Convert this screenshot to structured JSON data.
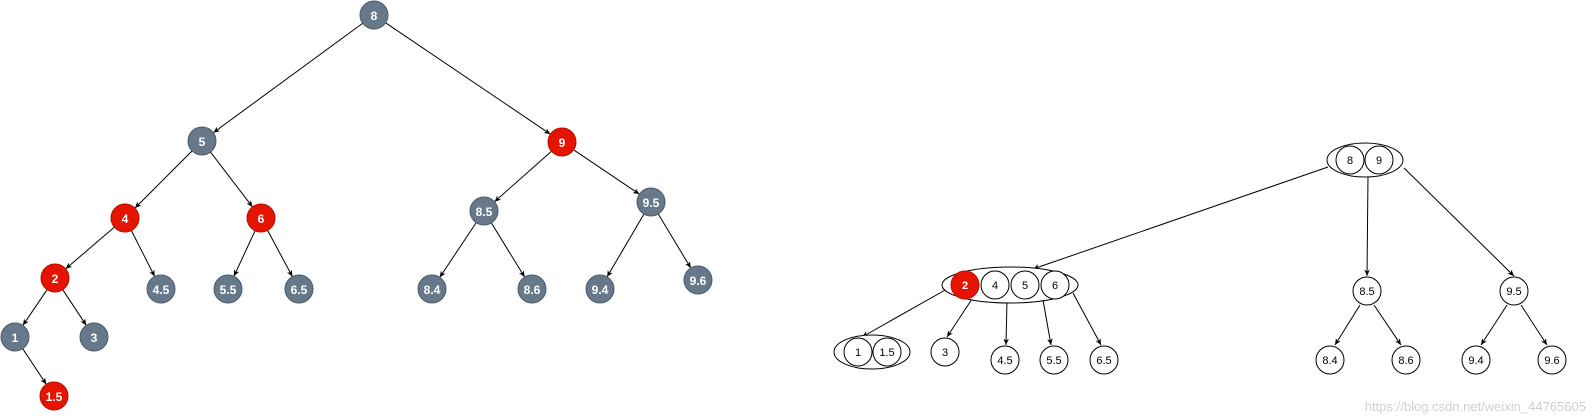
{
  "colors": {
    "black_node": "#66788a",
    "red_node": "#e51400",
    "btree_node_fill": "#ffffff",
    "stroke": "#000000"
  },
  "red_black_tree": {
    "nodes": [
      {
        "id": "n8",
        "label": "8",
        "color": "black"
      },
      {
        "id": "n5",
        "label": "5",
        "color": "black"
      },
      {
        "id": "n9",
        "label": "9",
        "color": "red"
      },
      {
        "id": "n4",
        "label": "4",
        "color": "red"
      },
      {
        "id": "n6",
        "label": "6",
        "color": "red"
      },
      {
        "id": "n85",
        "label": "8.5",
        "color": "black"
      },
      {
        "id": "n95",
        "label": "9.5",
        "color": "black"
      },
      {
        "id": "n2",
        "label": "2",
        "color": "red"
      },
      {
        "id": "n45",
        "label": "4.5",
        "color": "black"
      },
      {
        "id": "n55",
        "label": "5.5",
        "color": "black"
      },
      {
        "id": "n65",
        "label": "6.5",
        "color": "black"
      },
      {
        "id": "n84",
        "label": "8.4",
        "color": "black"
      },
      {
        "id": "n86",
        "label": "8.6",
        "color": "black"
      },
      {
        "id": "n94",
        "label": "9.4",
        "color": "black"
      },
      {
        "id": "n96",
        "label": "9.6",
        "color": "black"
      },
      {
        "id": "n1",
        "label": "1",
        "color": "black"
      },
      {
        "id": "n3",
        "label": "3",
        "color": "black"
      },
      {
        "id": "n15",
        "label": "1.5",
        "color": "red"
      }
    ],
    "edges": [
      [
        "n8",
        "n5"
      ],
      [
        "n8",
        "n9"
      ],
      [
        "n5",
        "n4"
      ],
      [
        "n5",
        "n6"
      ],
      [
        "n9",
        "n85"
      ],
      [
        "n9",
        "n95"
      ],
      [
        "n4",
        "n2"
      ],
      [
        "n4",
        "n45"
      ],
      [
        "n6",
        "n55"
      ],
      [
        "n6",
        "n65"
      ],
      [
        "n85",
        "n84"
      ],
      [
        "n85",
        "n86"
      ],
      [
        "n95",
        "n94"
      ],
      [
        "n95",
        "n96"
      ],
      [
        "n2",
        "n1"
      ],
      [
        "n2",
        "n3"
      ],
      [
        "n1",
        "n15"
      ]
    ]
  },
  "btree": {
    "nodes": [
      {
        "id": "root",
        "keys": [
          {
            "label": "8",
            "color": "white"
          },
          {
            "label": "9",
            "color": "white"
          }
        ]
      },
      {
        "id": "left",
        "keys": [
          {
            "label": "2",
            "color": "red"
          },
          {
            "label": "4",
            "color": "white"
          },
          {
            "label": "5",
            "color": "white"
          },
          {
            "label": "6",
            "color": "white"
          }
        ]
      },
      {
        "id": "mid",
        "keys": [
          {
            "label": "8.5",
            "color": "white"
          }
        ]
      },
      {
        "id": "right",
        "keys": [
          {
            "label": "9.5",
            "color": "white"
          }
        ]
      },
      {
        "id": "l1",
        "keys": [
          {
            "label": "1",
            "color": "white"
          },
          {
            "label": "1.5",
            "color": "white"
          }
        ]
      },
      {
        "id": "l2",
        "keys": [
          {
            "label": "3",
            "color": "white"
          }
        ]
      },
      {
        "id": "l3",
        "keys": [
          {
            "label": "4.5",
            "color": "white"
          }
        ]
      },
      {
        "id": "l4",
        "keys": [
          {
            "label": "5.5",
            "color": "white"
          }
        ]
      },
      {
        "id": "l5",
        "keys": [
          {
            "label": "6.5",
            "color": "white"
          }
        ]
      },
      {
        "id": "m1",
        "keys": [
          {
            "label": "8.4",
            "color": "white"
          }
        ]
      },
      {
        "id": "m2",
        "keys": [
          {
            "label": "8.6",
            "color": "white"
          }
        ]
      },
      {
        "id": "r1",
        "keys": [
          {
            "label": "9.4",
            "color": "white"
          }
        ]
      },
      {
        "id": "r2",
        "keys": [
          {
            "label": "9.6",
            "color": "white"
          }
        ]
      }
    ],
    "edges": [
      [
        "root",
        "left"
      ],
      [
        "root",
        "mid"
      ],
      [
        "root",
        "right"
      ],
      [
        "left",
        "l1"
      ],
      [
        "left",
        "l2"
      ],
      [
        "left",
        "l3"
      ],
      [
        "left",
        "l4"
      ],
      [
        "left",
        "l5"
      ],
      [
        "mid",
        "m1"
      ],
      [
        "mid",
        "m2"
      ],
      [
        "right",
        "r1"
      ],
      [
        "right",
        "r2"
      ]
    ]
  },
  "watermark": "https://blog.csdn.net/weixin_44765605"
}
